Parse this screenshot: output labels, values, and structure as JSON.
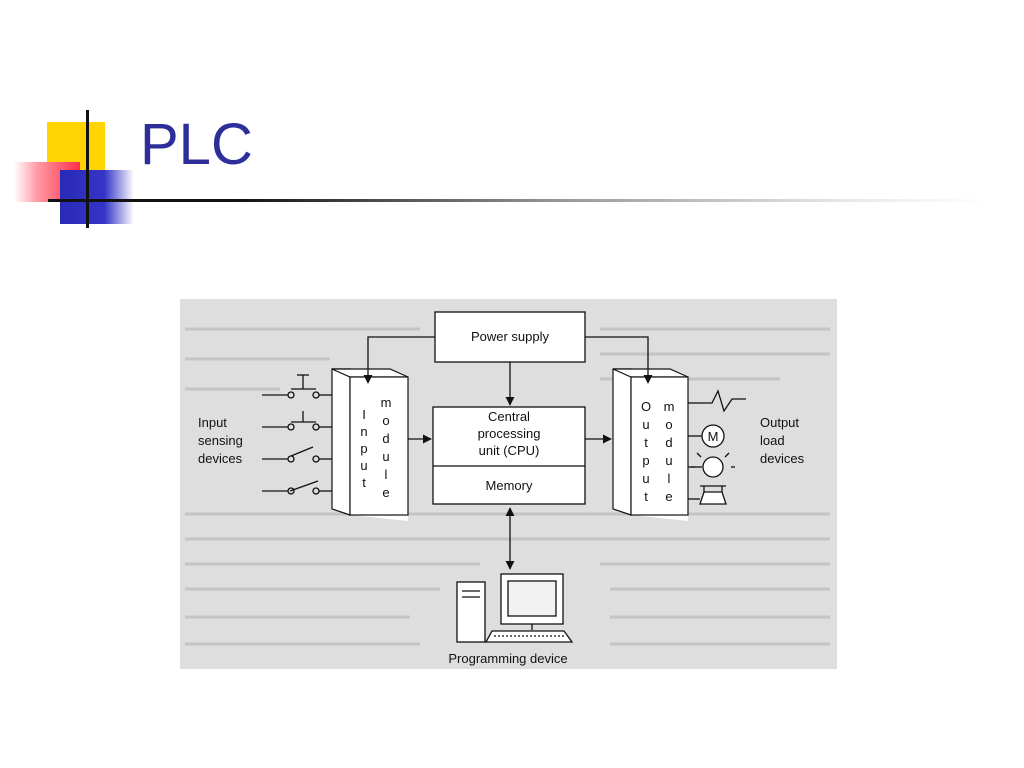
{
  "slide": {
    "title": "PLC",
    "colors": {
      "title": "#2e2e9a",
      "deco_yellow": "#ffd400",
      "deco_red": "#ff2f47",
      "deco_blue": "#2a2ab8"
    }
  },
  "diagram": {
    "power_supply": "Power supply",
    "cpu_line1": "Central",
    "cpu_line2": "processing",
    "cpu_line3": "unit (CPU)",
    "memory": "Memory",
    "input_devices_line1": "Input",
    "input_devices_line2": "sensing",
    "input_devices_line3": "devices",
    "output_devices_line1": "Output",
    "output_devices_line2": "load",
    "output_devices_line3": "devices",
    "programming_device": "Programming device",
    "input_module_word1": "Input",
    "input_module_word2": "module",
    "output_module_word1": "Output",
    "output_module_word2": "module",
    "motor_symbol": "M"
  }
}
